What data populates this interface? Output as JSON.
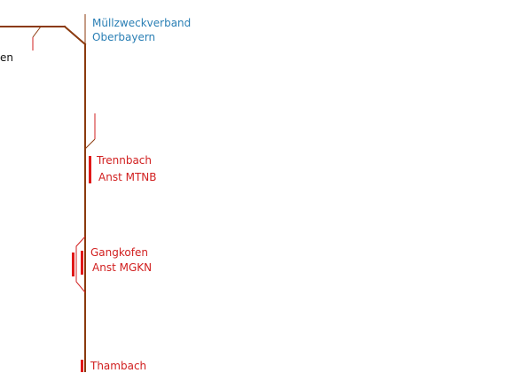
{
  "colors": {
    "track": "#8b3a0e",
    "siding": "#d11f1f",
    "station": "#e01818",
    "label_red": "#d11f1f",
    "label_blue": "#2a7fb5",
    "label_black": "#111111"
  },
  "labels": {
    "mzv_line1": "Müllzweckverband",
    "mzv_line2": "Oberbayern",
    "left_cut": "en",
    "trennbach": "Trennbach",
    "mtnb": "Anst MTNB",
    "gangkofen": "Gangkofen",
    "mgkn": "Anst MGKN",
    "thambach": "Thambach"
  }
}
